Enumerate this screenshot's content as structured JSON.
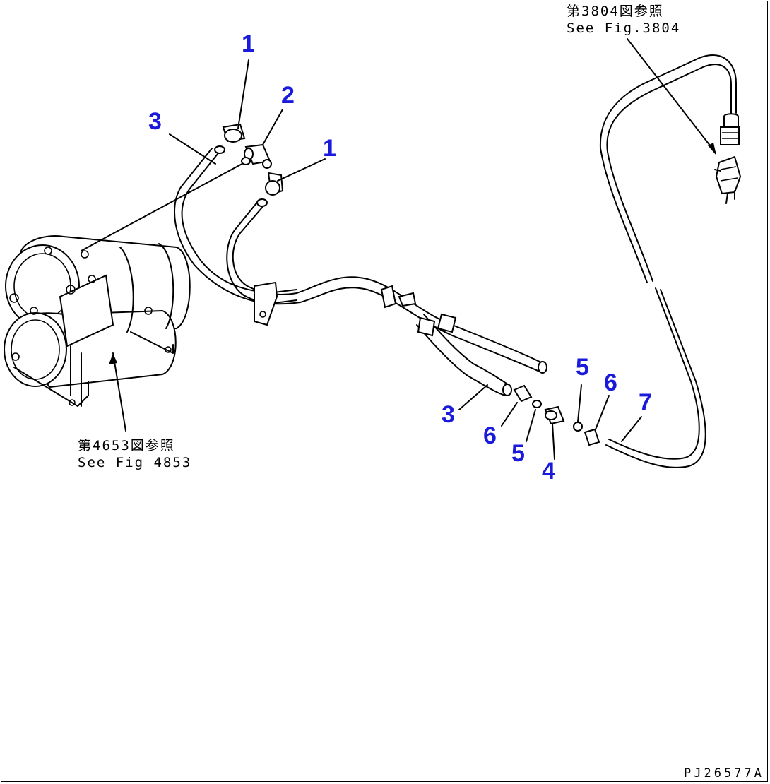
{
  "drawing": {
    "code": "PJ26577A",
    "references": {
      "top": {
        "jp": "第3804図参照",
        "en": "See Fig.3804"
      },
      "bottom": {
        "jp": "第4653図参照",
        "en": "See Fig 4853"
      }
    },
    "callouts": [
      "1",
      "2",
      "3",
      "1",
      "3",
      "6",
      "5",
      "4",
      "5",
      "6",
      "7"
    ],
    "callout_color": "#1a1adc",
    "line_color": "#000000"
  }
}
